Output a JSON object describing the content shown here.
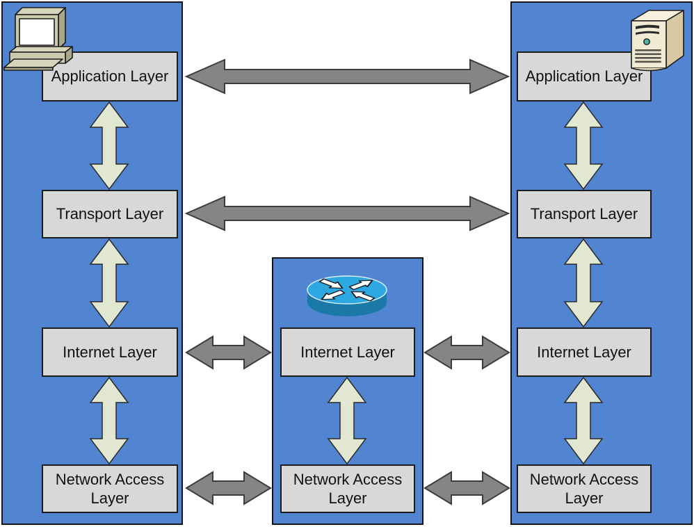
{
  "columns": {
    "left_host": {
      "device": "desktop computer",
      "layers": [
        "Application Layer",
        "Transport Layer",
        "Internet Layer",
        "Network Access Layer"
      ]
    },
    "router": {
      "device": "router",
      "layers": [
        "Internet Layer",
        "Network Access Layer"
      ]
    },
    "right_host": {
      "device": "server",
      "layers": [
        "Application Layer",
        "Transport Layer",
        "Internet Layer",
        "Network Access Layer"
      ]
    }
  },
  "connections": {
    "peer_links": [
      "Application Layer ↔ Application Layer",
      "Transport Layer ↔ Transport Layer"
    ],
    "hop_links": [
      "Internet Layer ↔ Internet Layer ↔ Internet Layer",
      "Network Access Layer ↔ Network Access Layer ↔ Network Access Layer"
    ]
  },
  "colors": {
    "panel_blue": "#5185D2",
    "layer_box_fill": "#D8D8D8",
    "horizontal_arrow": "#858585",
    "vertical_arrow": "#E2E7D2",
    "router_top": "#2DA8E0",
    "router_body": "#1B79A8",
    "device_beige": "#CBC9AE"
  }
}
